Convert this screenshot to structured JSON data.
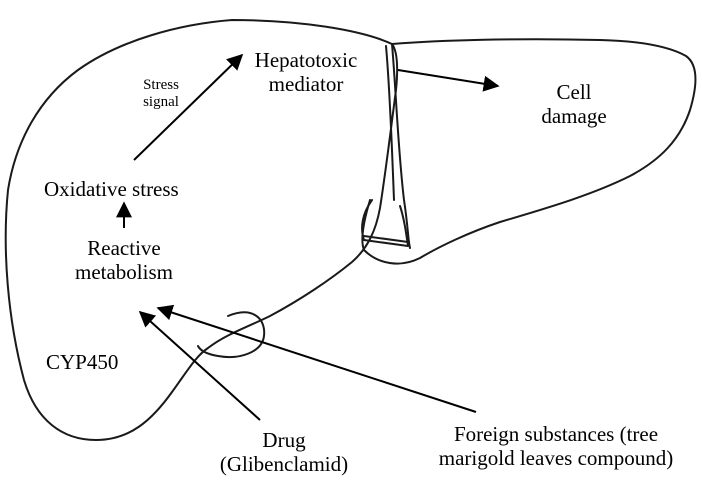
{
  "labels": {
    "hepatotoxic": [
      "Hepatotoxic",
      "mediator"
    ],
    "stress_signal": [
      "Stress",
      "signal"
    ],
    "cell_damage": [
      "Cell",
      "damage"
    ],
    "oxidative_stress": "Oxidative stress",
    "reactive_metabolism": [
      "Reactive",
      "metabolism"
    ],
    "cyp450": "CYP450",
    "drug": [
      "Drug",
      "(Glibenclamid)"
    ],
    "foreign": [
      "Foreign substances (tree",
      "marigold leaves compound)"
    ]
  }
}
